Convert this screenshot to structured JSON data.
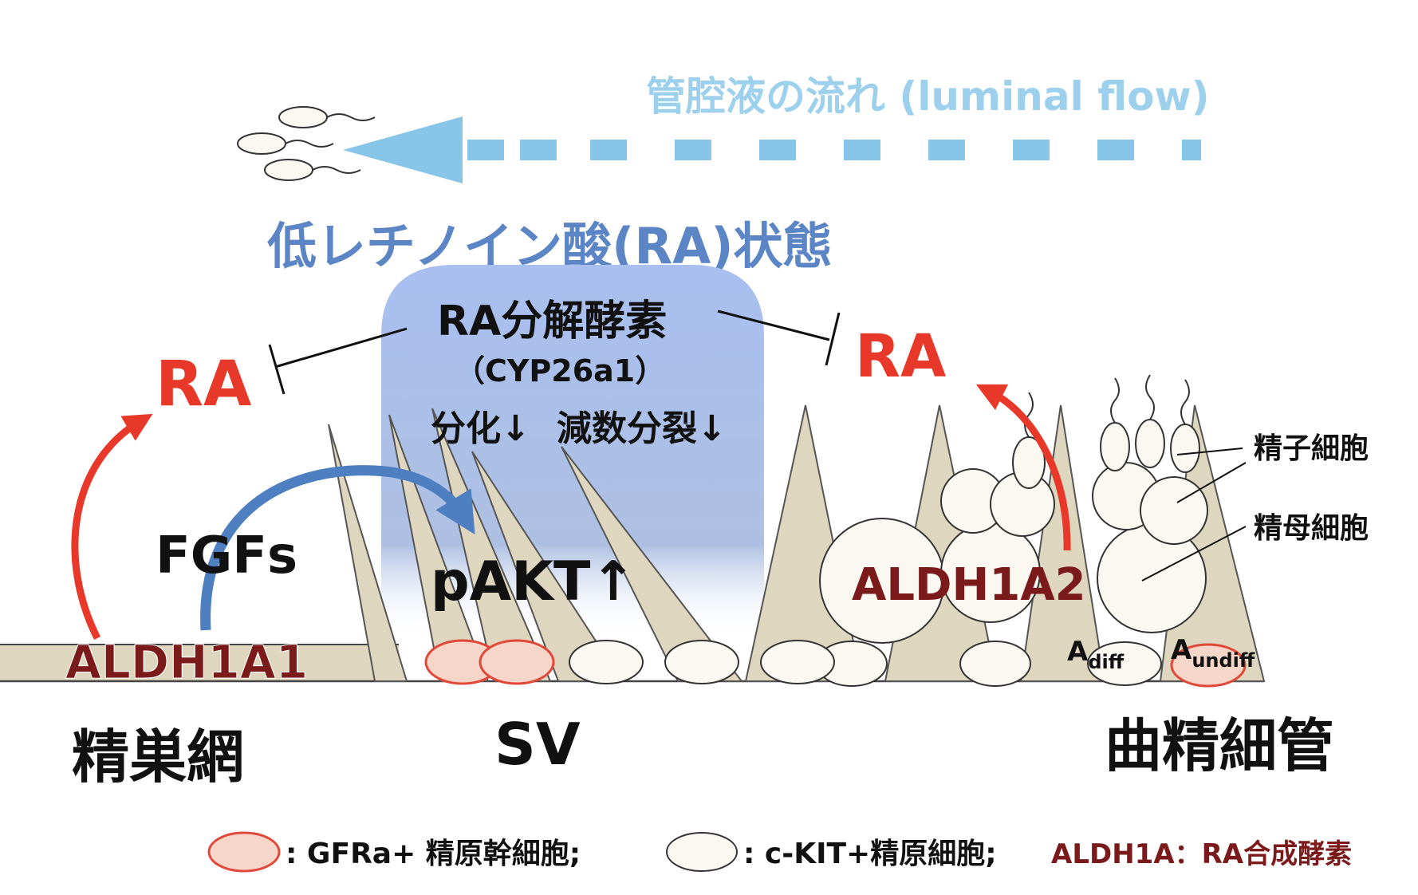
{
  "flow": {
    "label": "管腔液の流れ (luminal flow)"
  },
  "low_ra_state": "低レチノイン酸(RA)状態",
  "sv_zone": {
    "enzyme": "RA分解酵素",
    "enzyme_code": "（CYP26a1）",
    "effect_differentiation": "分化↓",
    "effect_meiosis": "減数分裂↓",
    "pakt": "pAKT↑"
  },
  "left": {
    "ra": "RA",
    "fgfs": "FGFs",
    "aldh": "ALDH1A1",
    "region": "精巣網"
  },
  "middle": {
    "region": "SV"
  },
  "right": {
    "ra": "RA",
    "aldh": "ALDH1A2",
    "region": "曲精細管",
    "spermatid": "精子細胞",
    "spermatocyte": "精母細胞",
    "a_diff_main": "A",
    "a_diff_sub": "diff",
    "a_undiff_main": "A",
    "a_undiff_sub": "undiff"
  },
  "legend": {
    "gfra": ": GFRa+ 精原幹細胞;",
    "ckit": ": c-KIT+精原細胞;",
    "aldh": "ALDH1A：RA合成酵素"
  },
  "colors": {
    "ra_red": "#e8382a",
    "aldh_darkred": "#7a1a1a",
    "fgf_blue": "#4e7fc1",
    "flow_lightblue": "#87c6e8",
    "sv_blue": "#a9bfe6",
    "tissue_beige": "#ded6bf",
    "cell_cream": "#faf8f0",
    "gfra_fill": "#f6d6c9",
    "gfra_stroke": "#e0483a",
    "state_blue": "#5b85c4"
  }
}
